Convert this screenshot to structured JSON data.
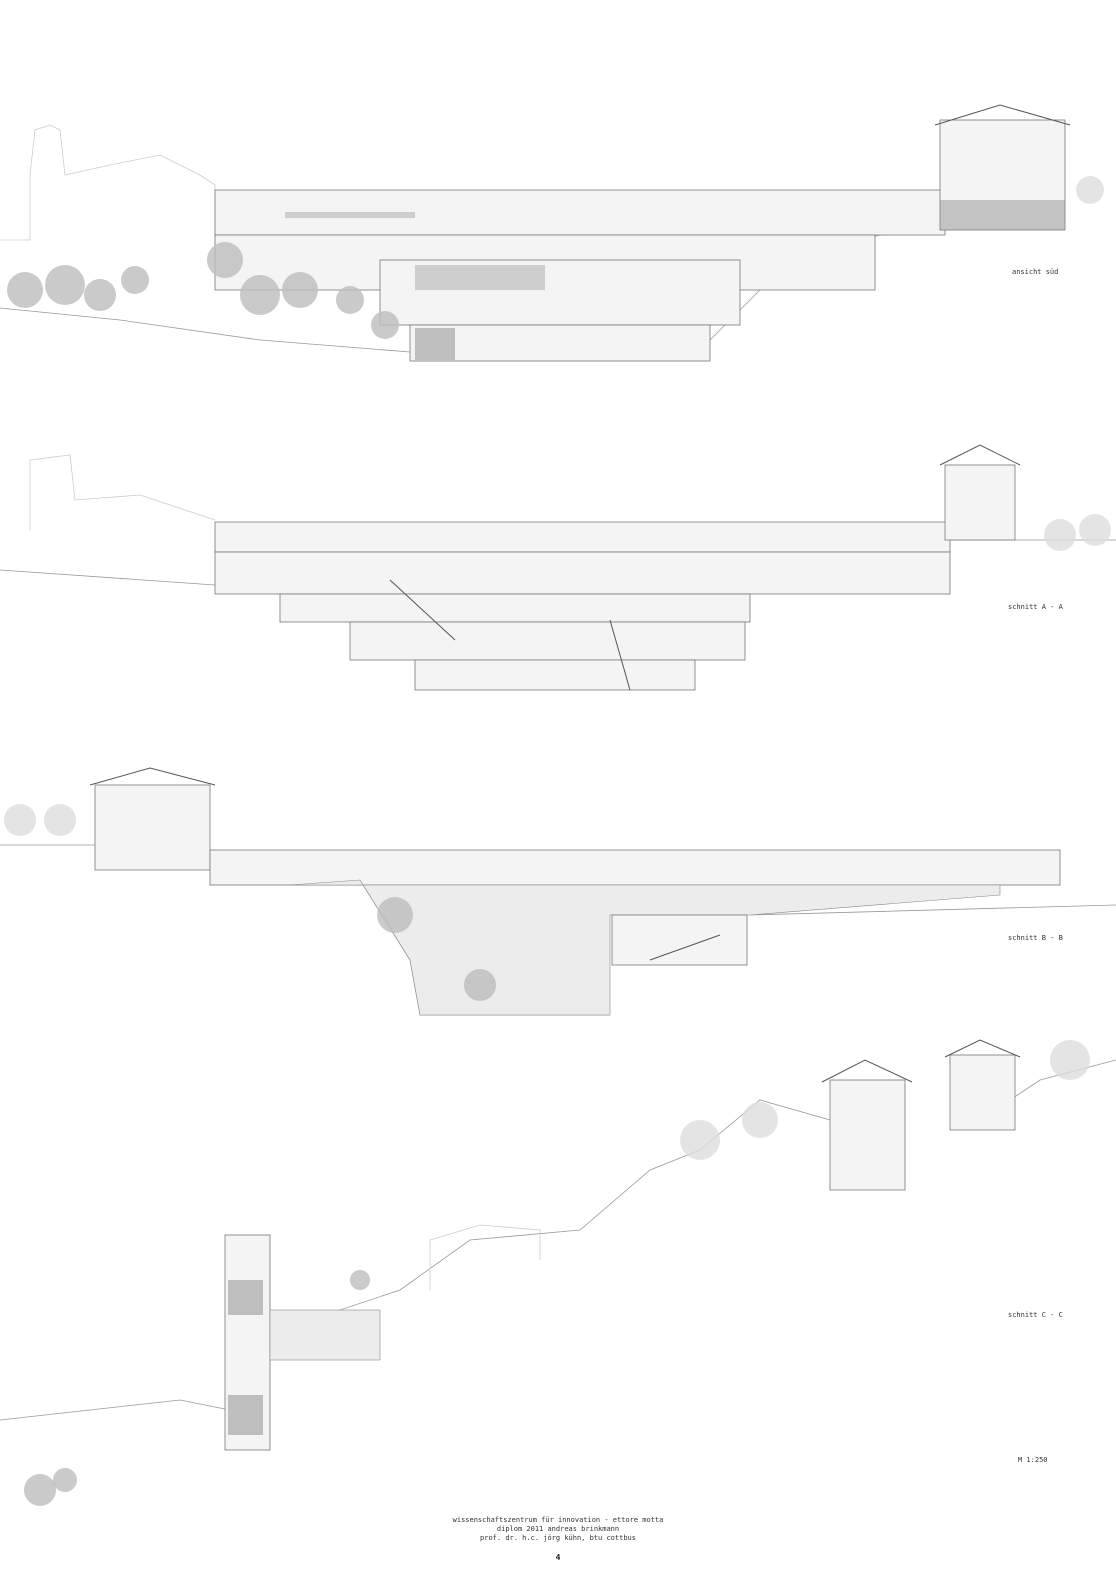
{
  "drawings": [
    {
      "id": "ansicht-sued",
      "label": "ansicht süd"
    },
    {
      "id": "schnitt-a",
      "label": "schnitt A - A"
    },
    {
      "id": "schnitt-b",
      "label": "schnitt B - B"
    },
    {
      "id": "schnitt-c",
      "label": "schnitt C - C"
    }
  ],
  "scale": "M 1:250",
  "footer": {
    "line1": "wissenschaftszentrum für innovation - ettore motta",
    "line2": "diplom 2011 andreas brinkmann",
    "line3": "prof. dr. h.c. jörg kühn, btu cottbus"
  },
  "page_number": "4"
}
